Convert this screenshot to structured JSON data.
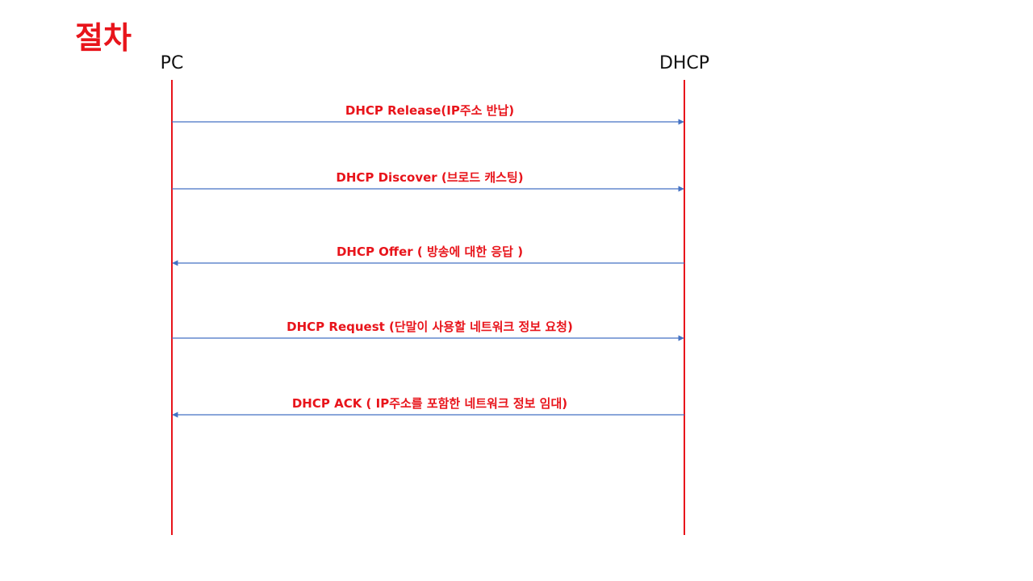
{
  "title": "절차",
  "colors": {
    "title": "#e8141b",
    "lifeline": "#e8141b",
    "arrow": "#4472c4",
    "label": "#e8141b"
  },
  "participants": [
    {
      "id": "pc",
      "label": "PC"
    },
    {
      "id": "dhcp",
      "label": "DHCP"
    }
  ],
  "messages": [
    {
      "label": "DHCP Release(IP주소 반납)",
      "from": "pc",
      "to": "dhcp"
    },
    {
      "label": "DHCP Discover (브로드 캐스팅)",
      "from": "pc",
      "to": "dhcp"
    },
    {
      "label": "DHCP Offer ( 방송에 대한 응답 )",
      "from": "dhcp",
      "to": "pc"
    },
    {
      "label": "DHCP Request (단말이 사용할 네트워크 정보 요청)",
      "from": "pc",
      "to": "dhcp"
    },
    {
      "label": "DHCP ACK ( IP주소를 포함한 네트워크 정보 임대)",
      "from": "dhcp",
      "to": "pc"
    }
  ]
}
